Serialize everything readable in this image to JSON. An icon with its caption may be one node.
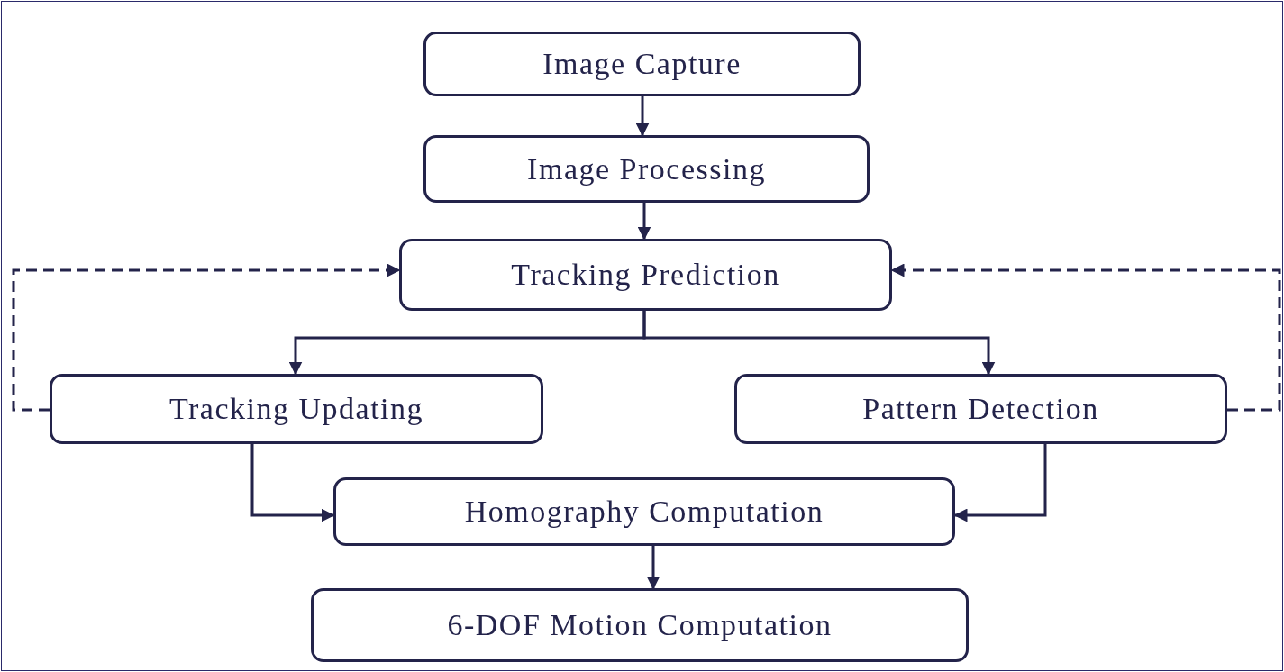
{
  "diagram": {
    "nodes": [
      {
        "text": [
          "Image Capture"
        ]
      },
      {
        "text": [
          "Image Processing"
        ]
      },
      {
        "text": [
          "Tracking Prediction"
        ]
      },
      {
        "text": [
          "Tracking Updating"
        ]
      },
      {
        "text": [
          "Pattern Detection"
        ]
      },
      {
        "text": [
          "Homography Computation"
        ]
      },
      {
        "text": [
          "6-DOF Motion Computation"
        ]
      }
    ],
    "edges": [
      {
        "from": 0,
        "to": 1,
        "arrow": "to"
      },
      {
        "from": 1,
        "to": 2,
        "arrow": "to"
      },
      {
        "from": 2,
        "to": 3,
        "arrow": "to"
      },
      {
        "from": 2,
        "to": 4,
        "arrow": "to"
      },
      {
        "from": 3,
        "to": 2,
        "arrow": "to",
        "style": "dashed"
      },
      {
        "from": 4,
        "to": 2,
        "arrow": "to",
        "style": "dashed"
      },
      {
        "from": 3,
        "to": 5,
        "arrow": "to"
      },
      {
        "from": 4,
        "to": 5,
        "arrow": "to"
      },
      {
        "from": 5,
        "to": 6,
        "arrow": "to"
      }
    ]
  }
}
